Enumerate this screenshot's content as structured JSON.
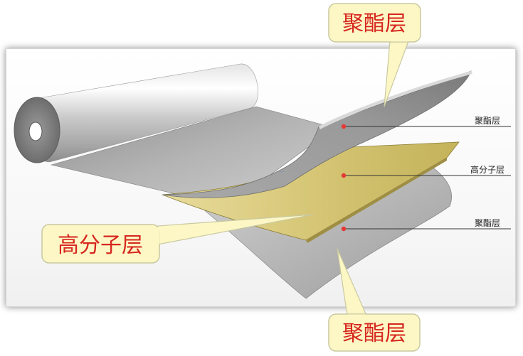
{
  "colors": {
    "callout_fill": "#fdf7c6",
    "callout_border": "#c9c9a0",
    "callout_text": "#d6271e",
    "marker_dot": "#e53935",
    "polymer_layer": "#d8c97c",
    "polyester_layer": "#b9b9b9"
  },
  "labels": {
    "top_layer": "聚酯层",
    "middle_layer": "高分子层",
    "bottom_layer": "聚酯层"
  },
  "callouts": {
    "top": "聚酯层",
    "left": "高分子层",
    "bottom": "聚酯层"
  }
}
